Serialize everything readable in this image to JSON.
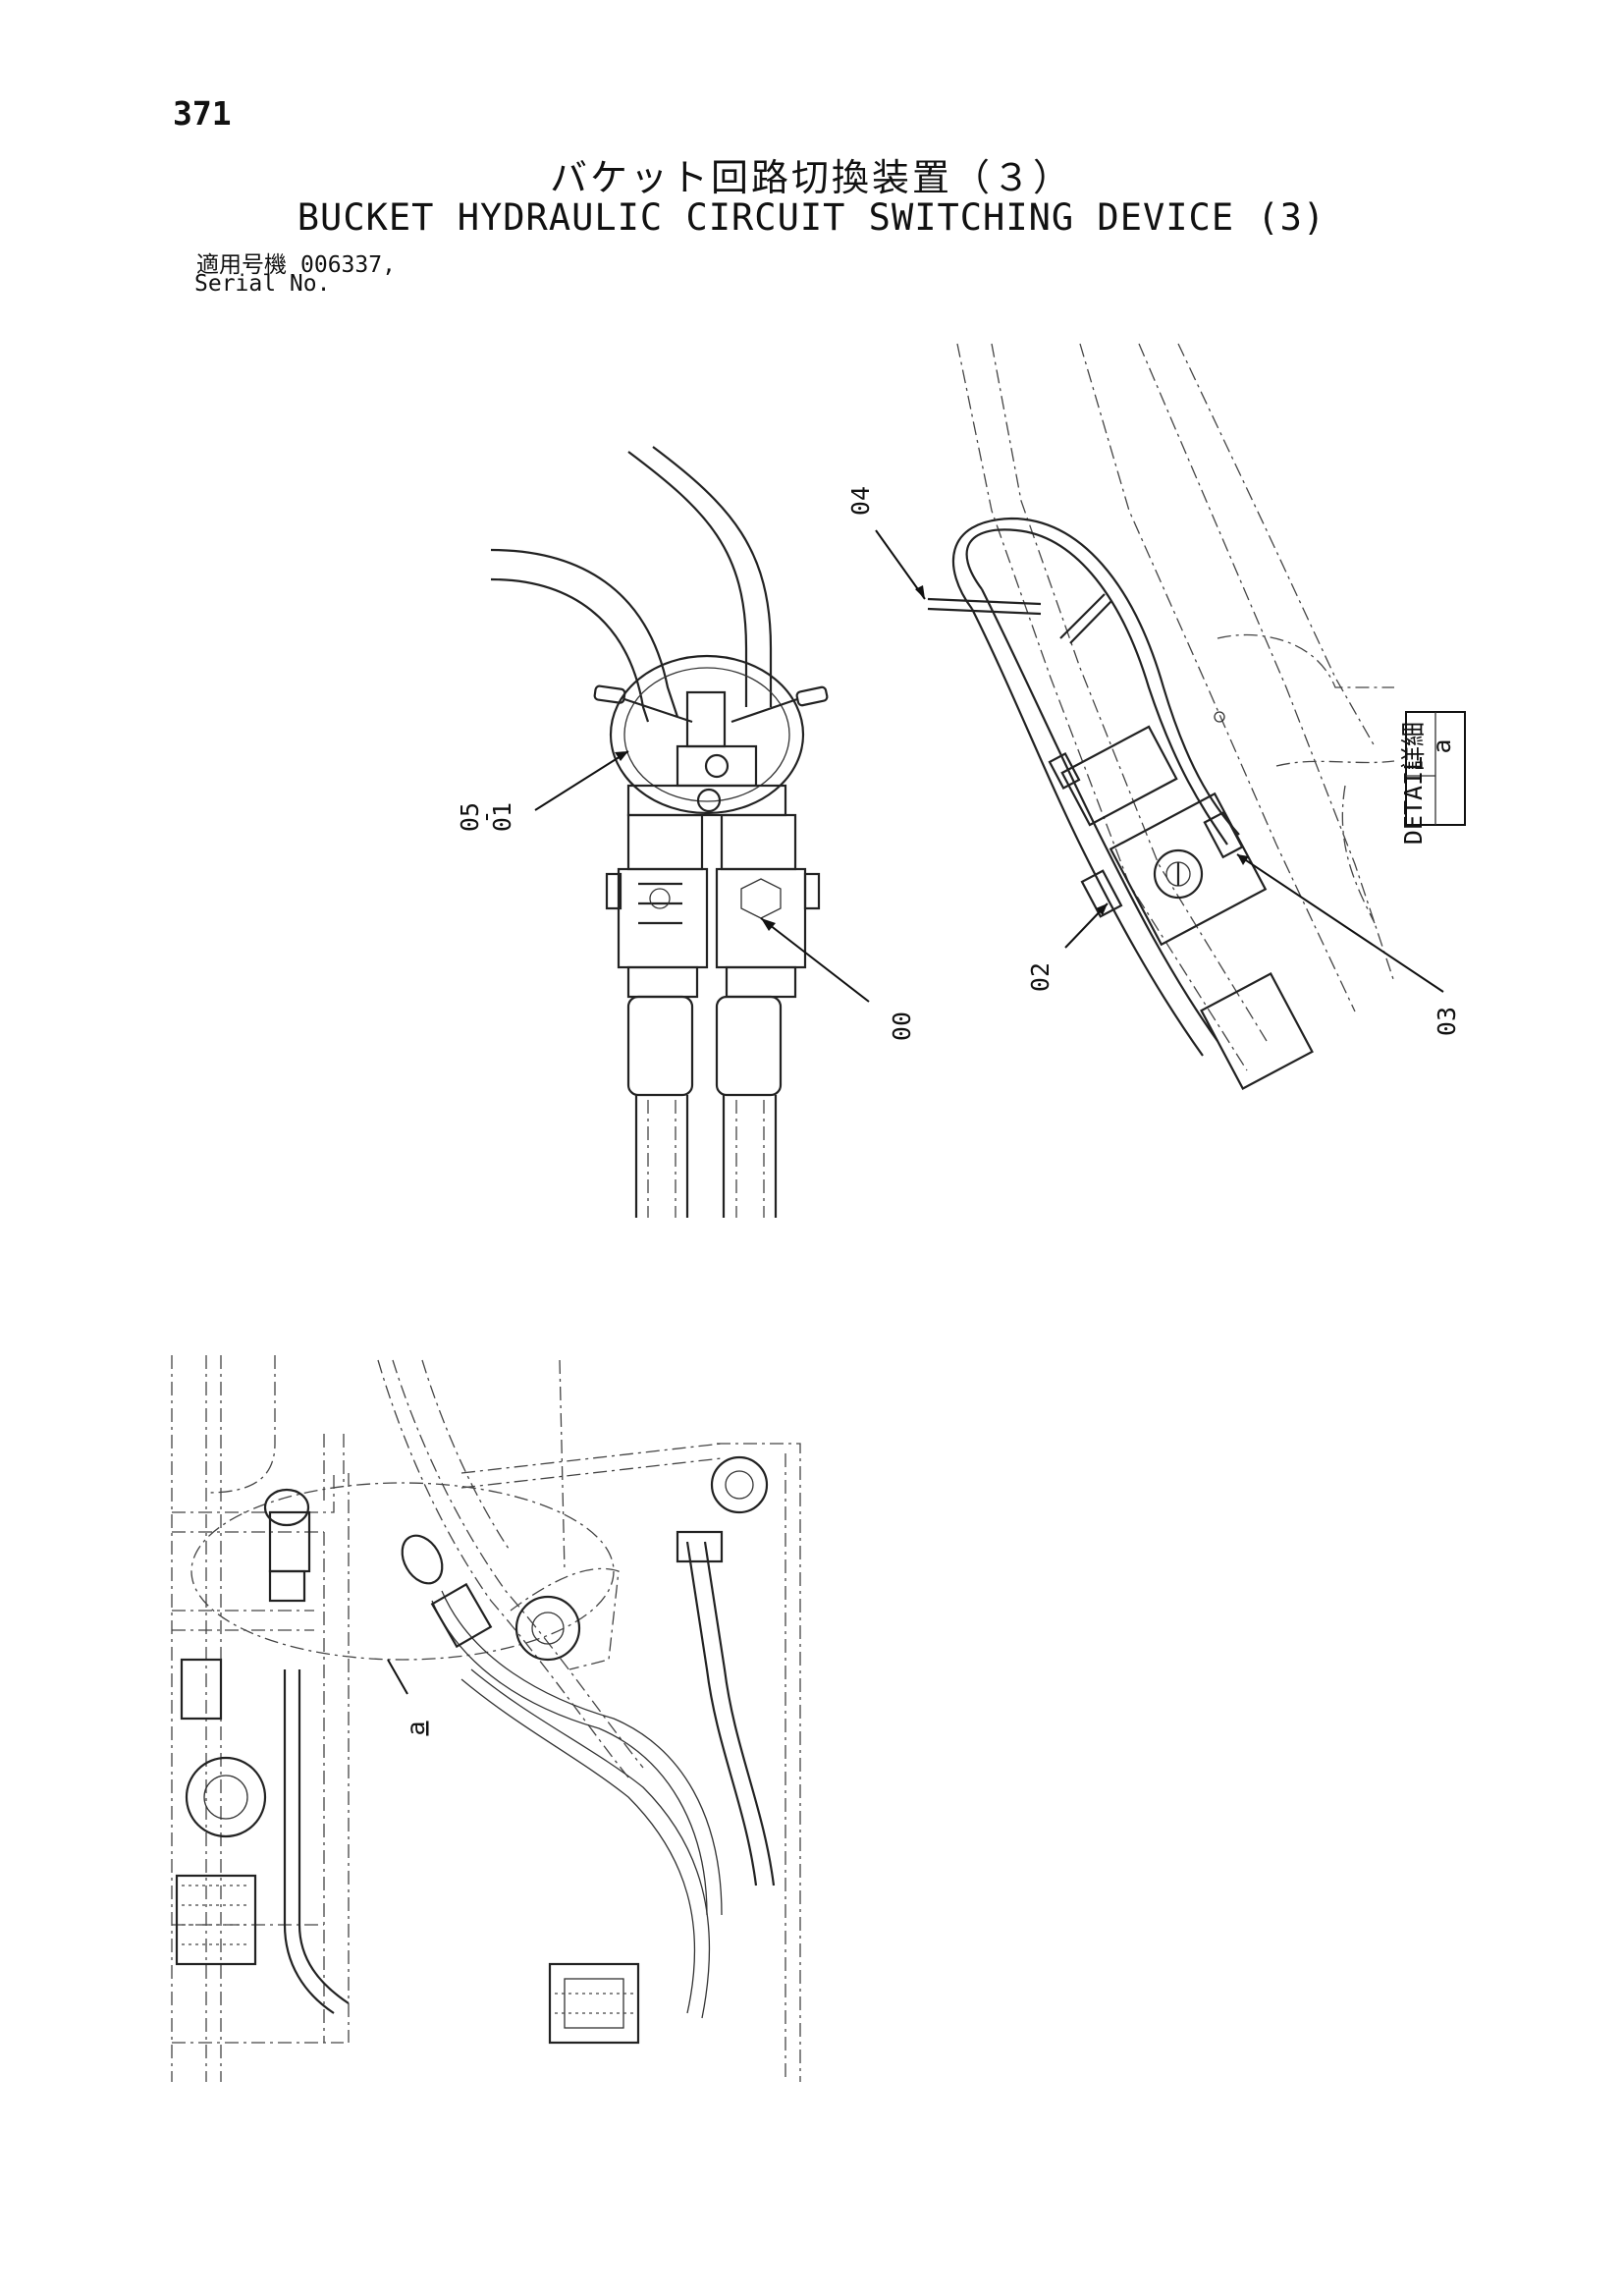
{
  "header": {
    "page_number": "371",
    "title_jp": "バケット回路切換装置（３）",
    "title_en": "BUCKET HYDRAULIC CIRCUIT SWITCHING DEVICE (3)",
    "serial_label_jp": "適用号機",
    "serial_value": "006337,",
    "serial_label_en": "Serial No."
  },
  "callouts": {
    "c00": "00",
    "c01": "01",
    "c05": "05",
    "c05_dash": "-",
    "c02": "02",
    "c03": "03",
    "c04": "04"
  },
  "detail_tag": {
    "letter": "a",
    "jp": "詳細",
    "en": "DETAIL"
  },
  "overview_label": "a"
}
